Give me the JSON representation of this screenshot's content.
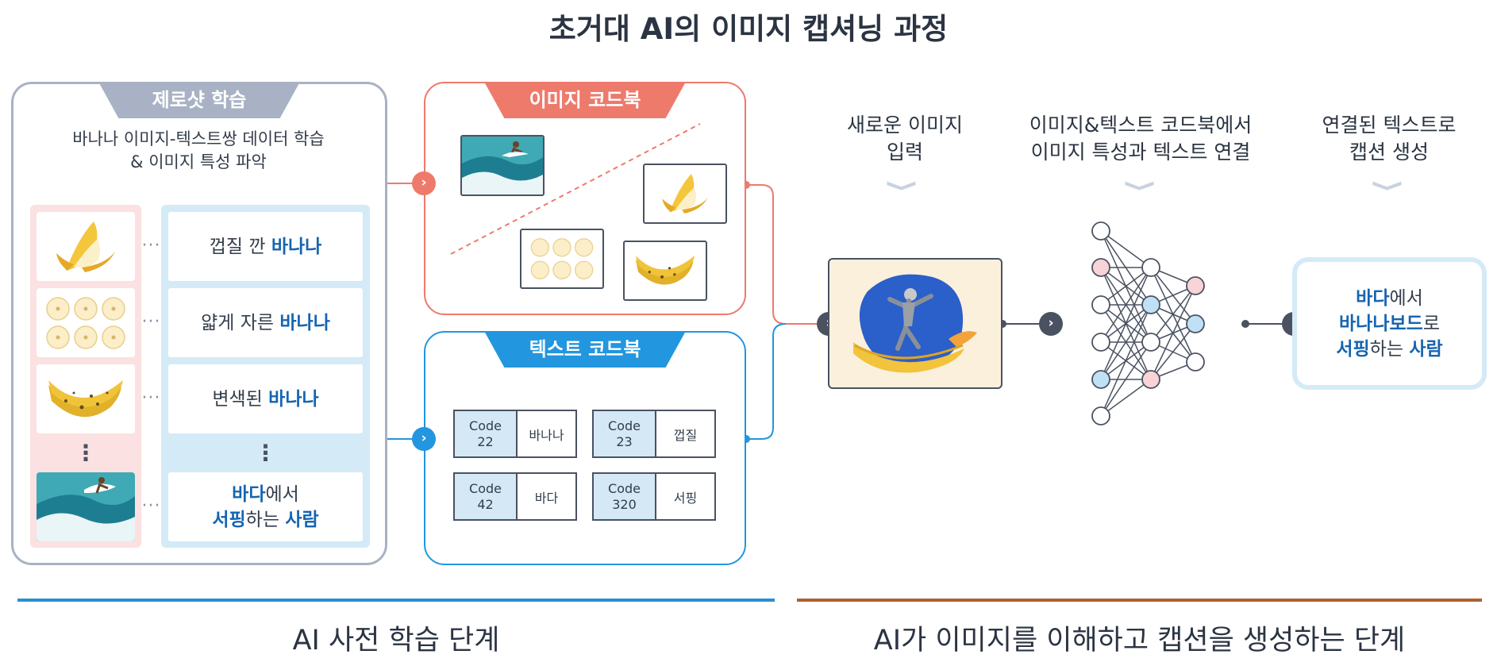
{
  "title": "초거대 AI의 이미지 캡셔닝 과정",
  "zeroshot": {
    "tab": "제로샷 학습",
    "description_line1": "바나나 이미지-텍스트쌍 데이터 학습",
    "description_line2": "& 이미지 특성 파악",
    "pairs": [
      {
        "image": "peeled-banana-image",
        "caption_plain": "껍질 깐 ",
        "caption_highlight": "바나나"
      },
      {
        "image": "sliced-banana-image",
        "caption_plain": "얇게 자른 ",
        "caption_highlight": "바나나"
      },
      {
        "image": "ripe-banana-image",
        "caption_plain": "변색된 ",
        "caption_highlight": "바나나"
      },
      {
        "image": "surfer-image",
        "caption_parts": [
          {
            "text": "바다",
            "hl": true
          },
          {
            "text": "에서",
            "hl": false
          },
          {
            "text": "서핑",
            "hl": true
          },
          {
            "text": "하는 ",
            "hl": false
          },
          {
            "text": "사람",
            "hl": true
          }
        ]
      }
    ],
    "ellipsis_h": "···",
    "ellipsis_v": "⋮"
  },
  "image_codebook": {
    "tab": "이미지 코드북"
  },
  "text_codebook": {
    "tab": "텍스트 코드북",
    "entries": [
      {
        "code_label": "Code",
        "code_num": "22",
        "word": "바나나"
      },
      {
        "code_label": "Code",
        "code_num": "23",
        "word": "껍질"
      },
      {
        "code_label": "Code",
        "code_num": "42",
        "word": "바다"
      },
      {
        "code_label": "Code",
        "code_num": "320",
        "word": "서핑"
      }
    ]
  },
  "steps": [
    {
      "line1": "새로운 이미지",
      "line2": "입력"
    },
    {
      "line1": "이미지&텍스트 코드북에서",
      "line2": "이미지 특성과 텍스트 연결"
    },
    {
      "line1": "연결된 텍스트로",
      "line2": "캡션 생성"
    }
  ],
  "chevron": "❯",
  "arrow_glyph": "›",
  "output_caption": [
    [
      {
        "text": "바다",
        "hl": true
      },
      {
        "text": "에서",
        "hl": false
      }
    ],
    [
      {
        "text": "바나나보드",
        "hl": true
      },
      {
        "text": "로",
        "hl": false
      }
    ],
    [
      {
        "text": "서핑",
        "hl": true
      },
      {
        "text": "하는 ",
        "hl": false
      },
      {
        "text": "사람",
        "hl": true
      }
    ]
  ],
  "bottom": {
    "left_label": "AI 사전 학습 단계",
    "right_label": "AI가 이미지를 이해하고 캡션을 생성하는 단계"
  },
  "colors": {
    "zeroshot": "#a8b2c4",
    "image_codebook": "#ee7a6c",
    "text_codebook": "#2296de",
    "dark": "#4a5261",
    "pink_bg": "#fbe1e1",
    "blue_bg": "#d4ebf7",
    "left_rule": "#2a8fd2",
    "right_rule": "#a9632f"
  }
}
